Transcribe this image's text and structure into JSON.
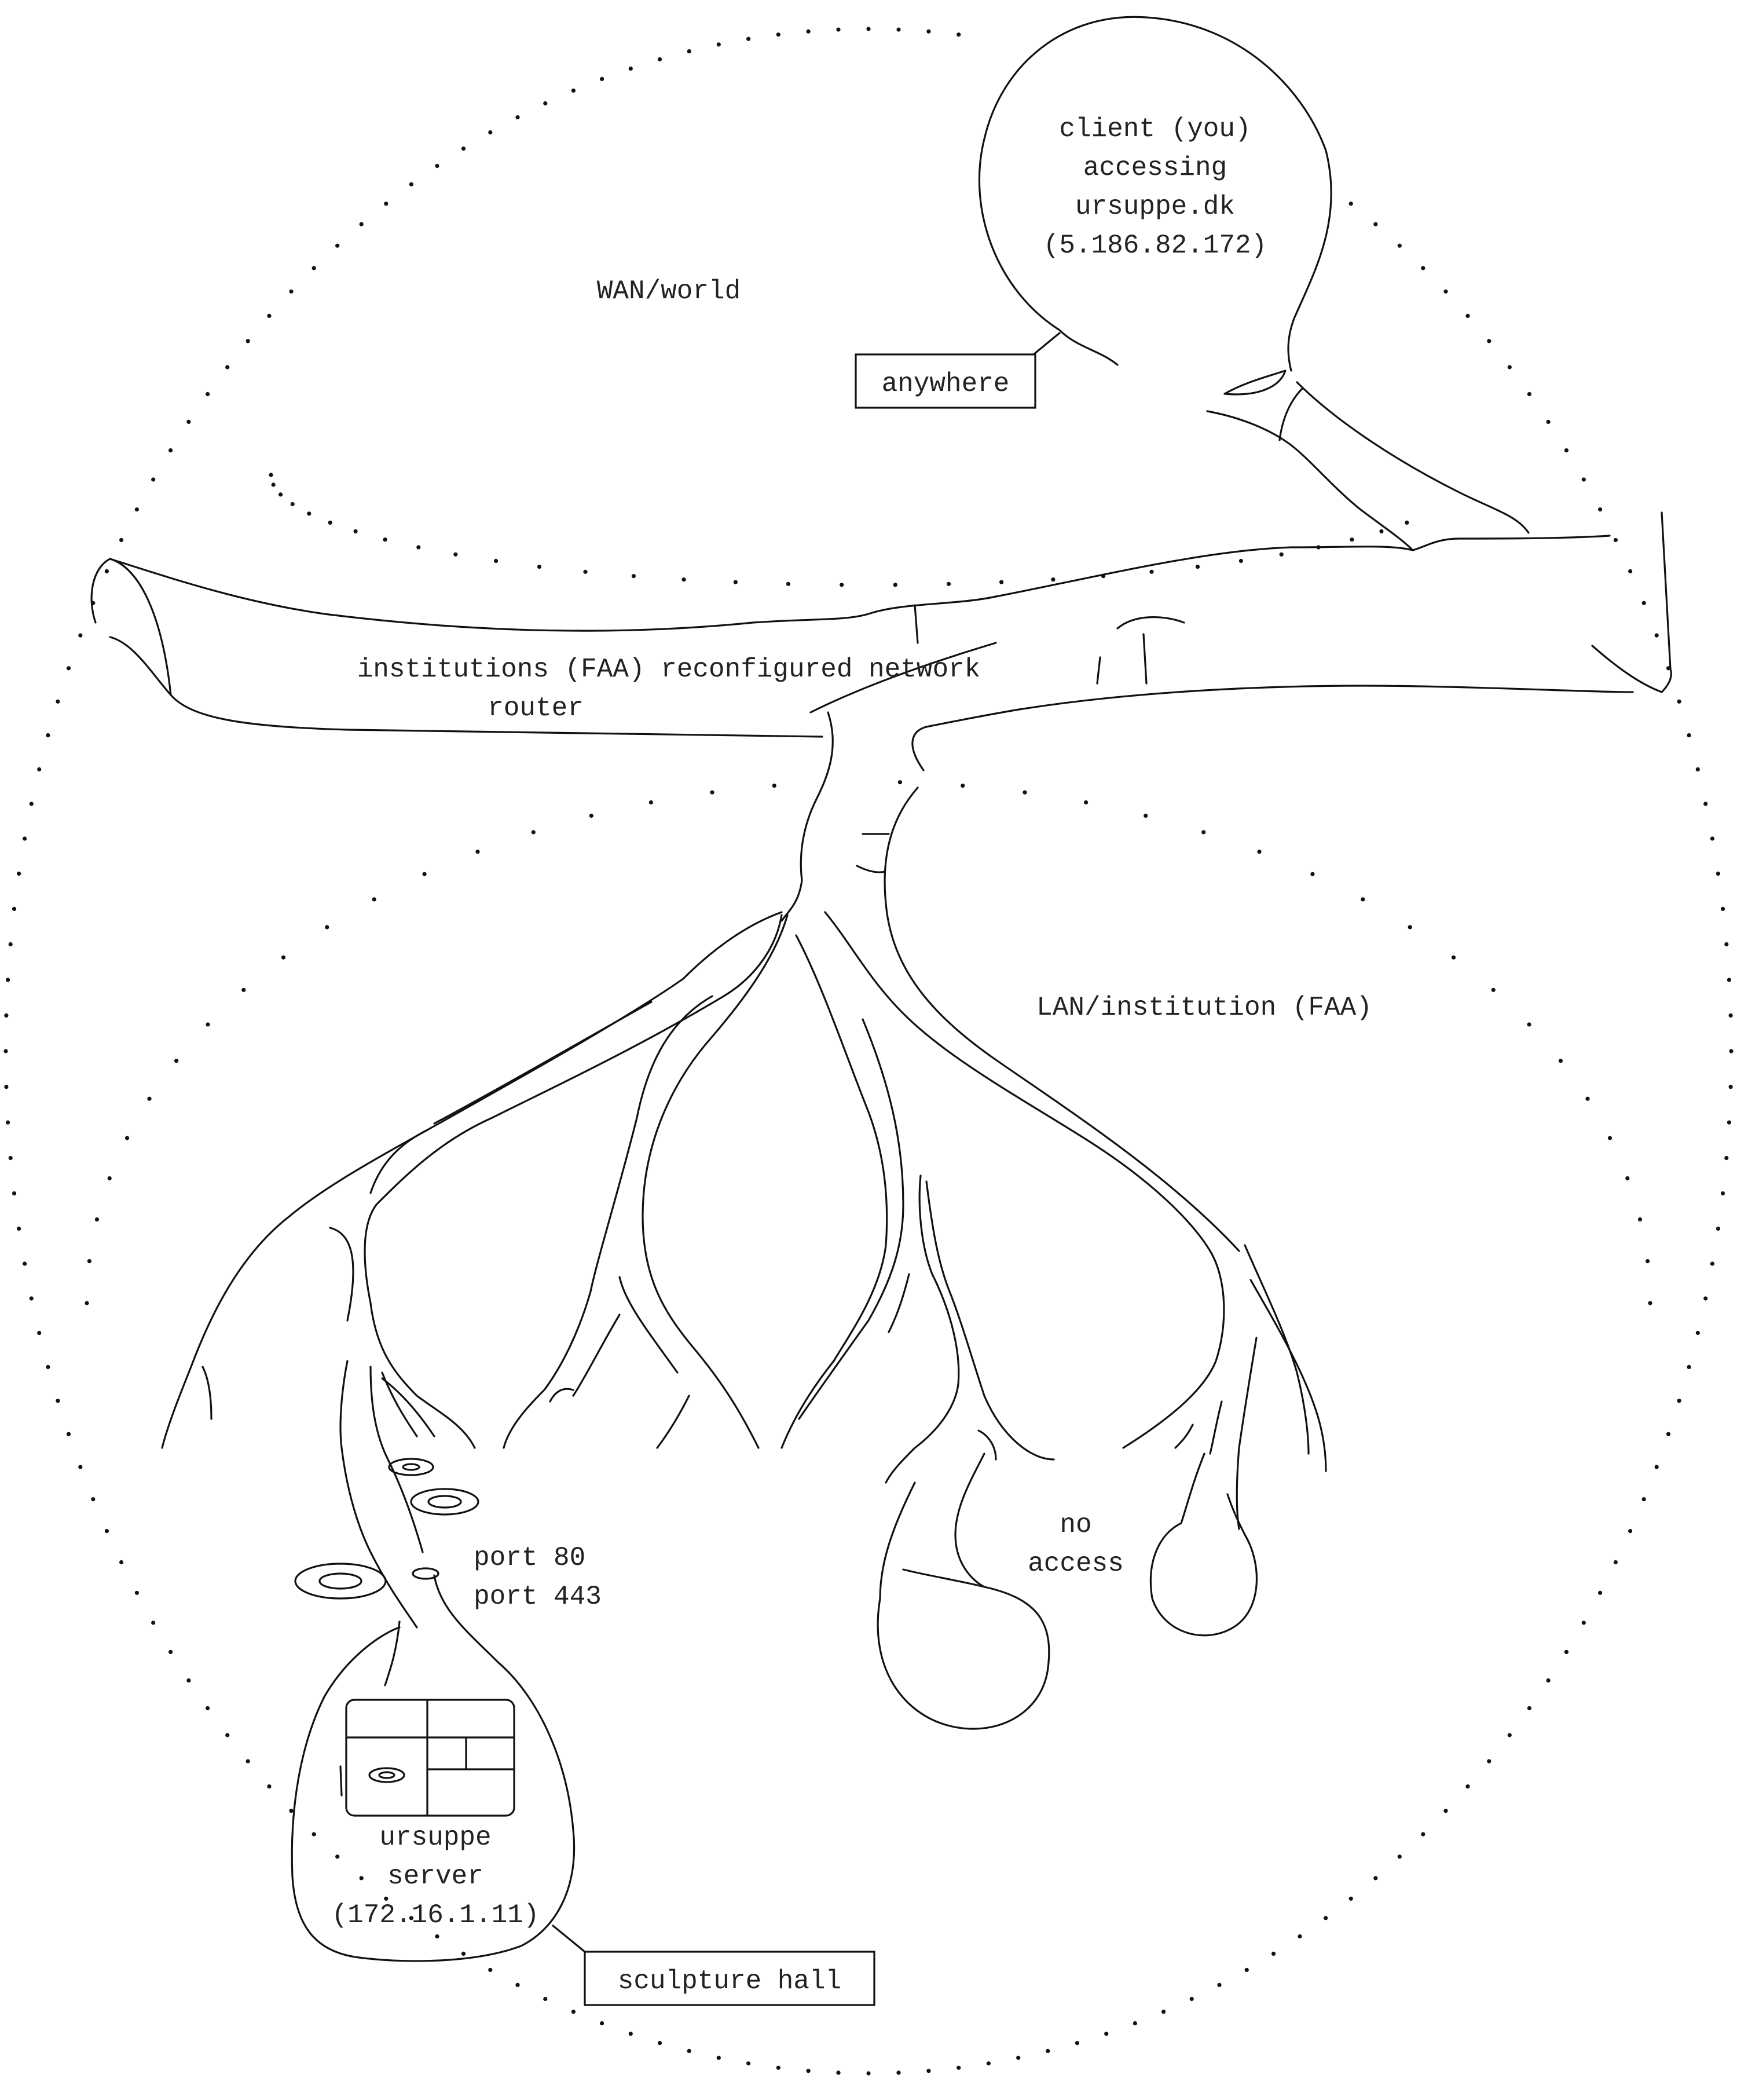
{
  "labels": {
    "client": [
      "client (you)",
      "accessing",
      "ursuppe.dk",
      "(5.186.82.172)"
    ],
    "wan": "WAN/world",
    "anywhere": "anywhere",
    "router": [
      "institutions (FAA) reconfigured network",
      "router"
    ],
    "lan": "LAN/institution (FAA)",
    "no_access": [
      "no",
      "access"
    ],
    "ports": [
      "port 80",
      "port 443"
    ],
    "server": [
      "ursuppe",
      "server",
      "(172.16.1.11)"
    ],
    "sculpture_hall": "sculpture hall"
  },
  "colors": {
    "line": "#111111",
    "text": "#222222",
    "background": "#ffffff"
  }
}
